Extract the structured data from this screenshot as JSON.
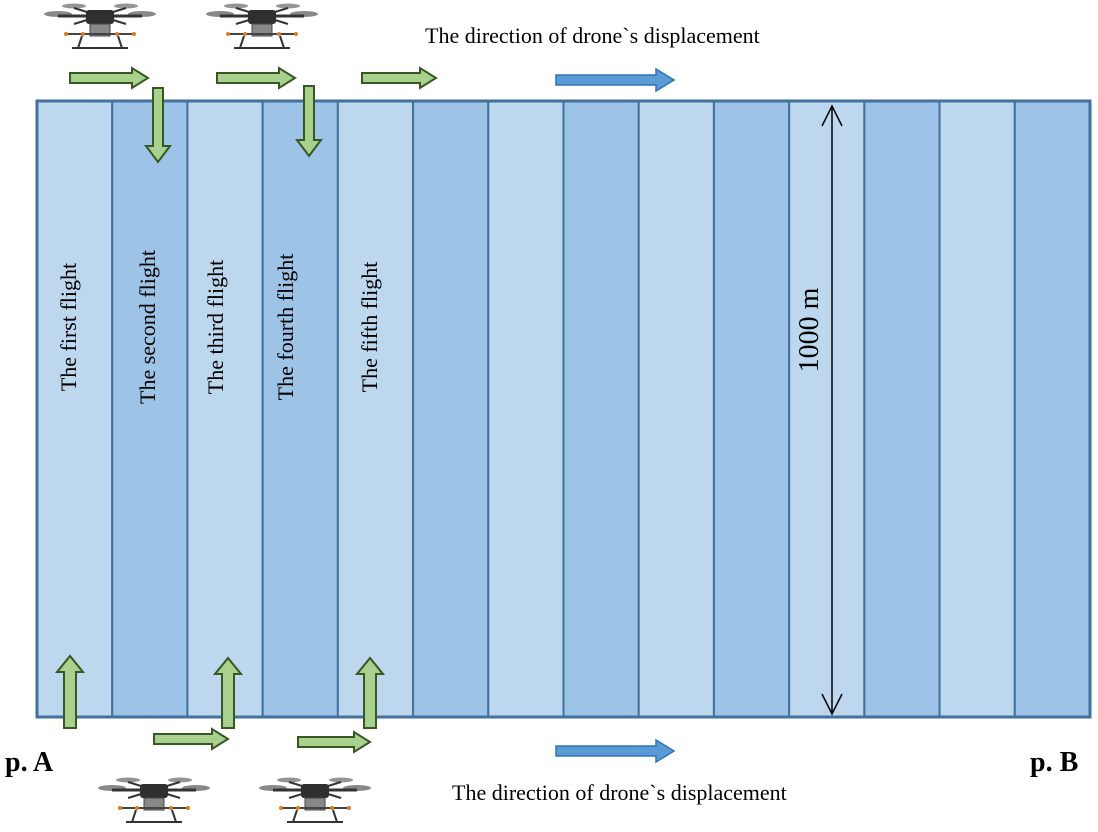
{
  "direction_top": "The direction of drone`s displacement",
  "direction_bottom": "The direction of drone`s displacement",
  "point_a": "p. A",
  "point_b": "p. B",
  "length_label": "1000 m",
  "flights": [
    "The first flight",
    "The second flight",
    "The third flight",
    "The fourth flight",
    "The fifth flight"
  ],
  "strip_count": 14,
  "colors": {
    "strip_light": "#bdd7ee",
    "strip_dark": "#9dc3e6",
    "strip_border": "#41719c",
    "green_arrow": "#a9d18e",
    "green_outline": "#385723",
    "blue_arrow": "#5b9bd5",
    "blue_outline": "#2e75b6"
  },
  "drone_icons": [
    "drone-icon",
    "drone-icon",
    "drone-icon",
    "drone-icon"
  ]
}
